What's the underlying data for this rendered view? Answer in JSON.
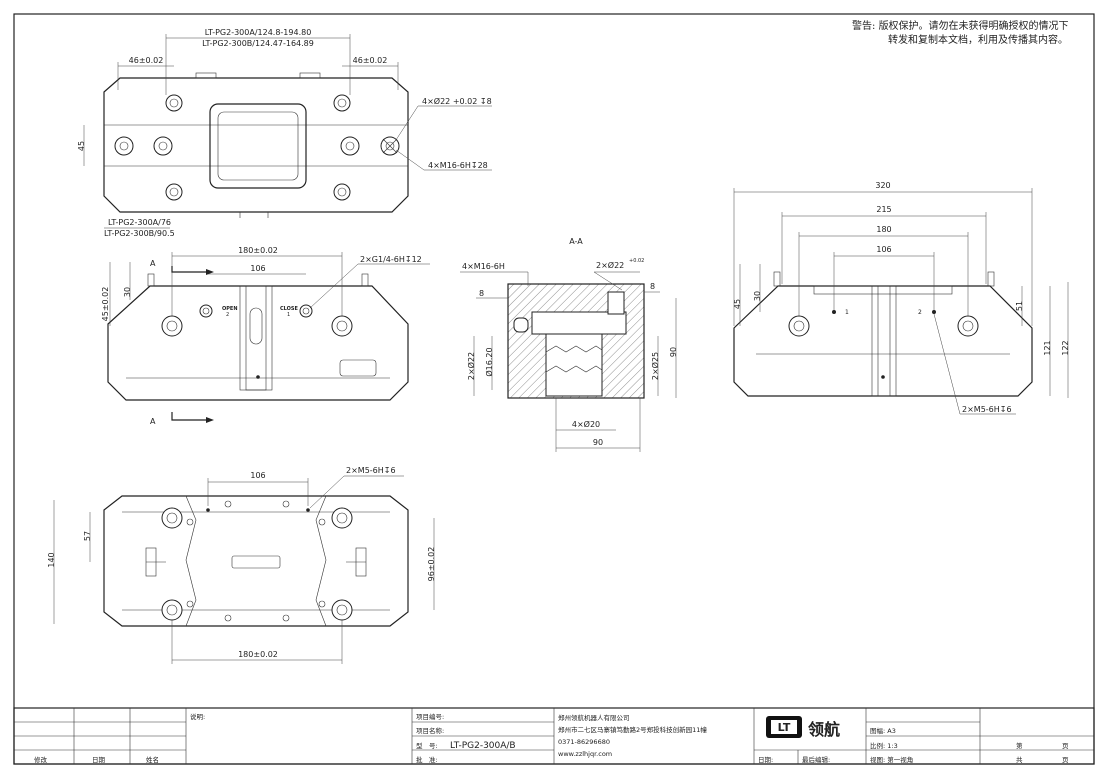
{
  "warning": {
    "label": "警告:",
    "line1": "版权保护。请勿在未获得明确授权的情况下",
    "line2": "转发和复制本文档，利用及传播其内容。"
  },
  "top_view": {
    "dim_overall_a": "LT-PG2-300A/124.8-194.80",
    "dim_overall_b": "LT-PG2-300B/124.47-164.89",
    "dim_left": "46±0.02",
    "dim_right": "46±0.02",
    "dim_height": "45",
    "callout_bore": "4×Ø22 +0.02 ↧8",
    "callout_thread": "4×M16-6H↧28",
    "dim_bottom_a": "LT-PG2-300A/76",
    "dim_bottom_b": "LT-PG2-300B/90.5"
  },
  "front_view": {
    "dim_width": "180±0.02",
    "dim_inner": "106",
    "dim_height_a": "45±0.02",
    "dim_height_b": "30",
    "callout_port": "2×G1/4-6H↧12",
    "label_open": "OPEN",
    "label_open_num": "2",
    "label_close": "CLOSE",
    "label_close_num": "1",
    "section_top": "A",
    "section_bottom": "A"
  },
  "section_view": {
    "title": "A-A",
    "callout_thread": "4×M16-6H",
    "callout_bore": "2×Ø22",
    "callout_bore_tol": "+0.02",
    "dim_8_left": "8",
    "dim_8_right": "8",
    "dim_dia_22": "2×Ø22",
    "dim_dia_16": "Ø16.20",
    "dim_dia_25": "2×Ø25",
    "dim_90_right": "90",
    "dim_dia_20": "4×Ø20",
    "dim_90_bottom": "90"
  },
  "side_view": {
    "dim_320": "320",
    "dim_215": "215",
    "dim_180": "180",
    "dim_106": "106",
    "dim_45": "45",
    "dim_30": "30",
    "dim_51": "51",
    "dim_121": "121",
    "dim_122": "122",
    "label_port1": "1",
    "label_port2": "2",
    "callout_thread": "2×M5-6H↧6"
  },
  "bottom_view": {
    "dim_106": "106",
    "callout_thread": "2×M5-6H↧6",
    "dim_140": "140",
    "dim_57": "57",
    "dim_96": "96±0.02",
    "dim_180": "180±0.02"
  },
  "title_block": {
    "desc_label": "说明:",
    "modify": "修改",
    "date": "日期",
    "name": "姓名",
    "project_no": "项目编号:",
    "project_name": "项目名称:",
    "model_label": "型　号:",
    "model_value": "LT-PG2-300A/B",
    "approve": "批　准:",
    "company": "郑州领航机器人有限公司",
    "address": "郑州市二七区马寨镇笃勤路2号郑投科技创新园11幢",
    "phone": "0371-86296680",
    "website": "www.zzlhjqr.com",
    "logo_mark": "LT",
    "logo_text": "领航",
    "date_label": "日期:",
    "last_edit": "最后编辑:",
    "sheet_size_label": "图幅: A3",
    "scale_label": "比例: 1:3",
    "view_label": "视图: 第一视角",
    "page_label": "第",
    "page_unit": "页",
    "total_label": "共",
    "total_unit": "页"
  }
}
